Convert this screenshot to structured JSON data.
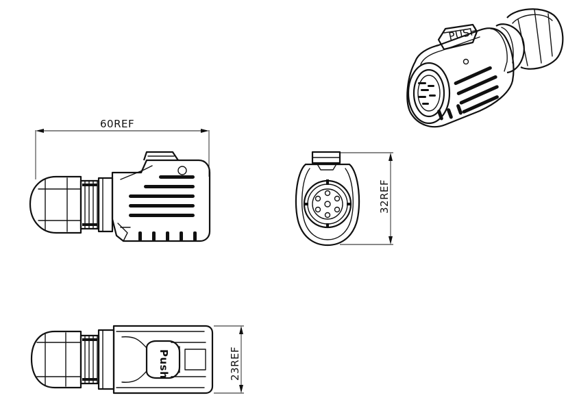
{
  "dimensions": {
    "length": "60REF",
    "height": "32REF",
    "width": "23REF"
  },
  "push_label": "Push",
  "latch_label": "PUSH"
}
